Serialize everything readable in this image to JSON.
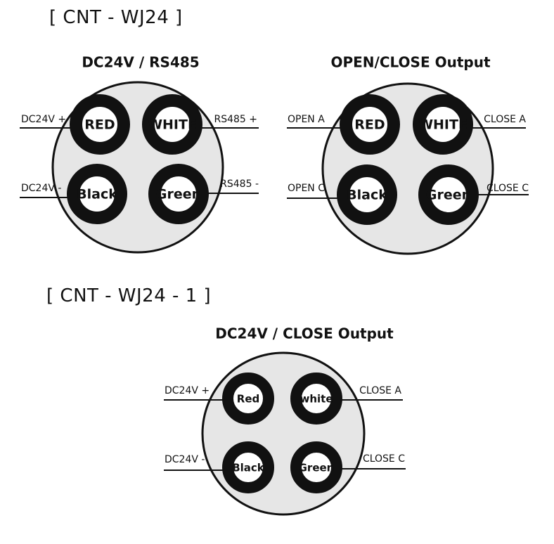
{
  "sections": [
    {
      "title": "[ CNT - WJ24 ]",
      "connectors": [
        {
          "heading": "DC24V / RS485",
          "pins": [
            {
              "id": "tl",
              "label": "RED"
            },
            {
              "id": "tr",
              "label": "WHITE"
            },
            {
              "id": "bl",
              "label": "Black"
            },
            {
              "id": "br",
              "label": "Green"
            }
          ],
          "wires": [
            {
              "id": "tl",
              "text": "DC24V +"
            },
            {
              "id": "tr",
              "text": "RS485 +"
            },
            {
              "id": "bl",
              "text": "DC24V -"
            },
            {
              "id": "br",
              "text": "RS485 -"
            }
          ]
        },
        {
          "heading": "OPEN/CLOSE Output",
          "pins": [
            {
              "id": "tl",
              "label": "RED"
            },
            {
              "id": "tr",
              "label": "WHITE"
            },
            {
              "id": "bl",
              "label": "Black"
            },
            {
              "id": "br",
              "label": "Green"
            }
          ],
          "wires": [
            {
              "id": "tl",
              "text": "OPEN A"
            },
            {
              "id": "tr",
              "text": "CLOSE A"
            },
            {
              "id": "bl",
              "text": "OPEN C"
            },
            {
              "id": "br",
              "text": "CLOSE C"
            }
          ]
        }
      ]
    },
    {
      "title": "[ CNT - WJ24 - 1 ]",
      "connectors": [
        {
          "heading": "DC24V / CLOSE Output",
          "pins": [
            {
              "id": "tl",
              "label": "Red"
            },
            {
              "id": "tr",
              "label": "white"
            },
            {
              "id": "bl",
              "label": "Black"
            },
            {
              "id": "br",
              "label": "Green"
            }
          ],
          "wires": [
            {
              "id": "tl",
              "text": "DC24V +"
            },
            {
              "id": "tr",
              "text": "CLOSE A"
            },
            {
              "id": "bl",
              "text": "DC24V -"
            },
            {
              "id": "br",
              "text": "CLOSE C"
            }
          ]
        }
      ]
    }
  ],
  "colors": {
    "connector_body": "#e6e6e6",
    "pin_ring": "#111111",
    "pin_center": "#ffffff",
    "line": "#111111"
  }
}
